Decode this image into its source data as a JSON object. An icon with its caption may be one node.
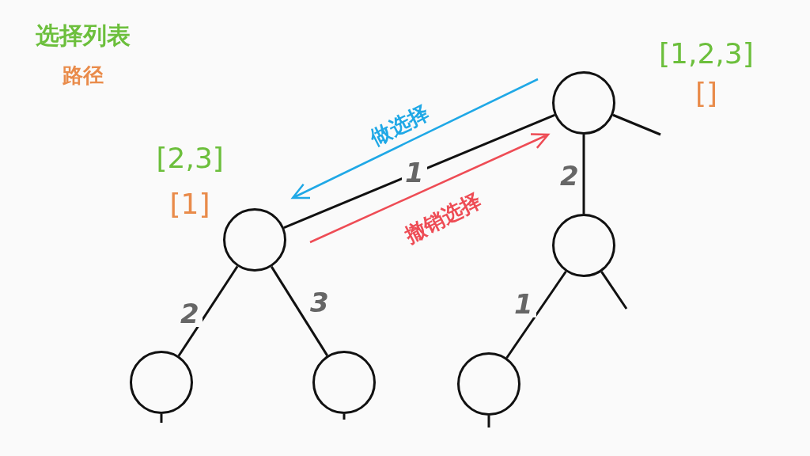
{
  "diagram": {
    "nodes": [
      {
        "text": [],
        "shape": "circle",
        "beside": [
          "[1,2,3]",
          "[]"
        ]
      },
      {
        "text": [],
        "shape": "circle",
        "beside": [
          "[2,3]",
          "[1]"
        ]
      },
      {
        "text": [],
        "shape": "circle"
      },
      {
        "text": [],
        "shape": "circle"
      },
      {
        "text": [],
        "shape": "circle"
      },
      {
        "text": [],
        "shape": "circle"
      }
    ],
    "edges": [
      {
        "from": 0,
        "to": 1,
        "arrow": "none",
        "label": "1"
      },
      {
        "from": 0,
        "to": 2,
        "arrow": "none",
        "label": "2"
      },
      {
        "from": 1,
        "to": 3,
        "arrow": "none",
        "label": "2"
      },
      {
        "from": 1,
        "to": 4,
        "arrow": "none",
        "label": "3"
      },
      {
        "from": 2,
        "to": 5,
        "arrow": "none",
        "label": "1"
      },
      {
        "from": 0,
        "to": null,
        "arrow": "none"
      },
      {
        "from": 2,
        "to": null,
        "arrow": "none"
      },
      {
        "from": 3,
        "to": null,
        "arrow": "none"
      },
      {
        "from": 4,
        "to": null,
        "arrow": "none"
      },
      {
        "from": 5,
        "to": null,
        "arrow": "none"
      }
    ],
    "labels": [
      "选择列表",
      "路径",
      "做选择",
      "撤销选择"
    ]
  }
}
